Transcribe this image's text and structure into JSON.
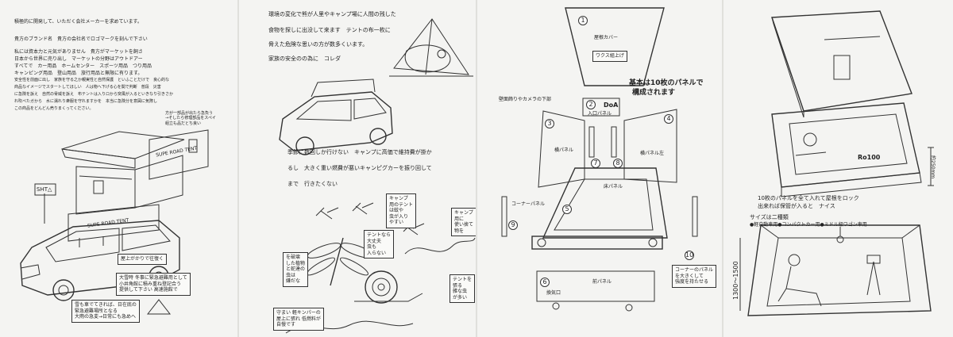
{
  "panel1": {
    "intro_lines": [
      "積極的に開発して、いただく会社メーカーを求めています。",
      "",
      "貴方のブランド名　貴方の会社名でロゴマークを刻んで下さい",
      "",
      "私には資本力と元気がありません　貴方がマーケットを飼さ",
      "日本から世界に売り出し　マーケットの分野はアウトドアー",
      "すべてで　カー用品　ホームセンター　スポーツ用品　つり用品",
      "キャンピング用品　登山用品　旅行用品と無限に有ります。",
      "安全性を前面に出し　家族を守る之か親実性と自然保護　といふことだけで　良心的な",
      "商品なイメージでスタートしてほしい　人は物へ下げる心を関で判断　普段　災害",
      "に急険を訴え　自然の脅威を訴え　布テントは入りロから突風が入るといきなり引きさか",
      "れ吹ぺたガから　水に濡れり衆服を守れますかを　本当に急険分を意図に気際し",
      "この商品をどんどん売りまくってください。"
    ],
    "callout_top": "方が一部品が出たら急負う\n→そしたら修理部品をスペイ\n組立も品だとち良い",
    "callout_middle": "屋上がかりで往復く",
    "callout_lower": "大雪時 冬事に緊急避難用として\n小井角館に積み重ね登記合う\n提供して下さい 高速施館で",
    "callout_bottom": "雪も車でてきれば、日在底の\n緊急避難場所となる\n大雨の急変→日常にも急めへ",
    "sign_label": "SHT△",
    "vehicle_text": "SUPE ROAD TENT"
  },
  "panel2": {
    "top_lines": [
      "環境の変化で熊が人里やキャンプ場に人間の残した",
      "食物を探しに出没して来ます　テントの布一枚に",
      "脅えた危険な思いの方が数多くいます。",
      "家族の安全のの為に　コレダ"
    ],
    "mid_lines": [
      "季節に数回しか行けない　キャンプに高価で維持費が掛か",
      "るし　大きく重い燃費が悪いキャンピグカーを振り回して",
      "まで　行きたくない"
    ],
    "callout_a": "キャンプ\n用のテント\nは蚊や\n虫が入り\nやすい",
    "callout_b": "キャンプ\n用に\n使い捨て\n物を",
    "callout_c": "テントなら\n大丈夫\n虫も\n入らない",
    "callout_d": "を破壊\nした植物\nと蛇達の\n虫は\n嫌だな",
    "callout_e": "テントを\n張る\n雑な虫\nが多い",
    "callout_bottom": "守まい 軽キンパーの\n屋上に張れ 低燃料が\n自慢です"
  },
  "panel3": {
    "title_lines": [
      "基本は10枚のパネルで",
      "構成されます"
    ],
    "top_label": "屋根カバー",
    "top_badge": "ワクス組上げ",
    "subtitle": "壁面飾りやカメラの下部",
    "front_label": "入口パネル",
    "side_left_label": "横パネル",
    "side_right_label": "横パネル左",
    "floor_label": "床パネル",
    "corner_label": "コーナーパネル",
    "bottom_label": "前パネル",
    "bottom_sub": "換気口",
    "doa_label": "DoA",
    "note": "コーナーのパネル\nを大きくして\n強度を持たせる",
    "numbers": [
      "1",
      "2",
      "3",
      "4",
      "5",
      "6",
      "7",
      "8",
      "9",
      "10"
    ]
  },
  "panel4": {
    "caption_lines": [
      "10枚のパネルを全て入れて屋根をロック",
      "出来れば保管が入ると　ナイス"
    ],
    "size_label": "サイズは二種類",
    "size_options": "●軽自動車用●コンパクトカー用●ミドル級ワゴン車用",
    "height_label": "1300〜1500",
    "side_dim": "約250mm",
    "logo_text": "Ro100"
  }
}
